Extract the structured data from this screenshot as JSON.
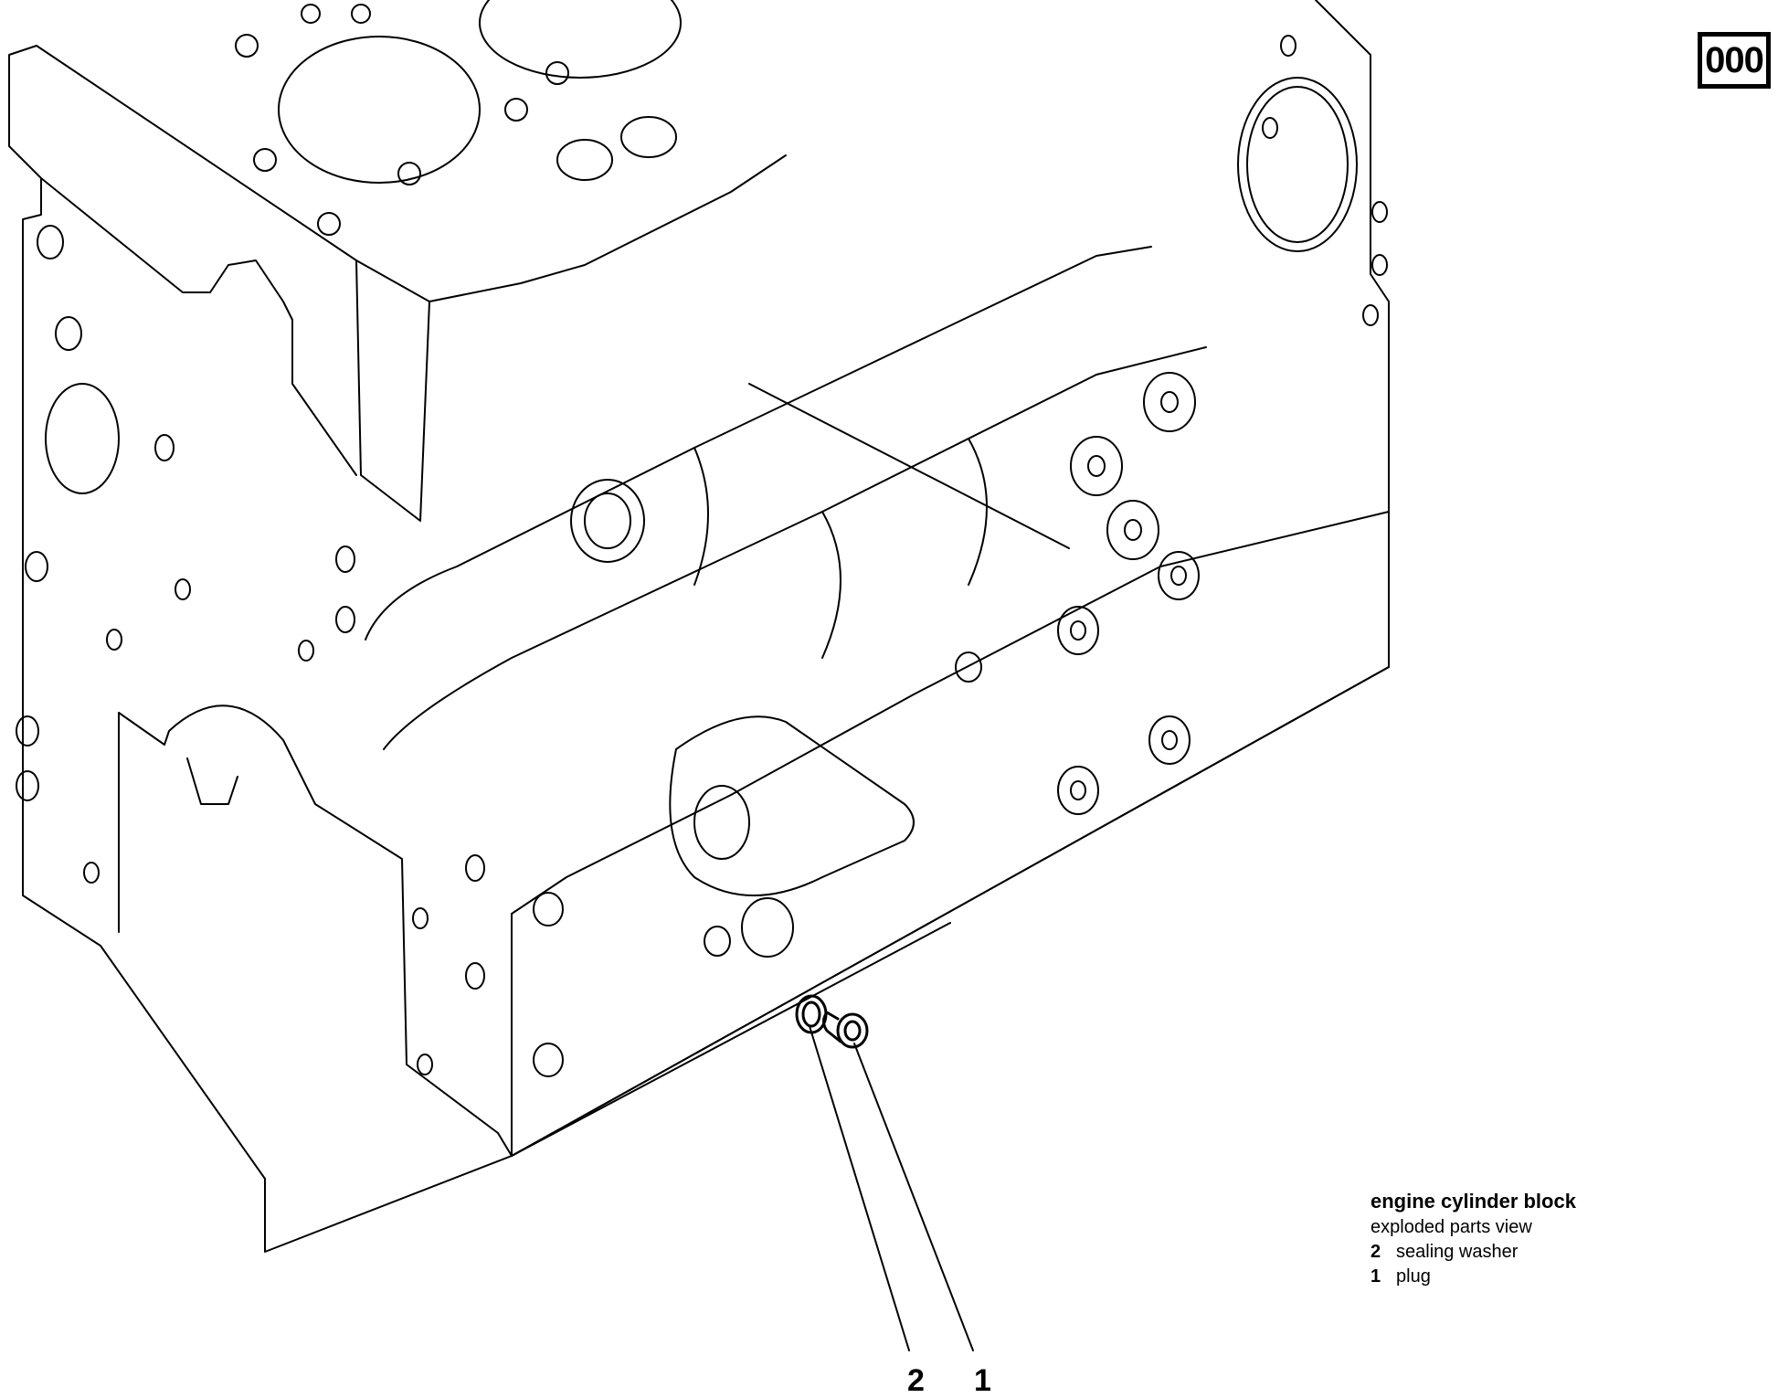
{
  "diagram": {
    "type": "exploded parts view",
    "subject": "engine cylinder block",
    "page_tag": "000",
    "line_color": "#000000",
    "background_color": "#ffffff",
    "callouts": [
      {
        "label": "2",
        "part": "sealing washer"
      },
      {
        "label": "1",
        "part": "plug"
      }
    ]
  }
}
